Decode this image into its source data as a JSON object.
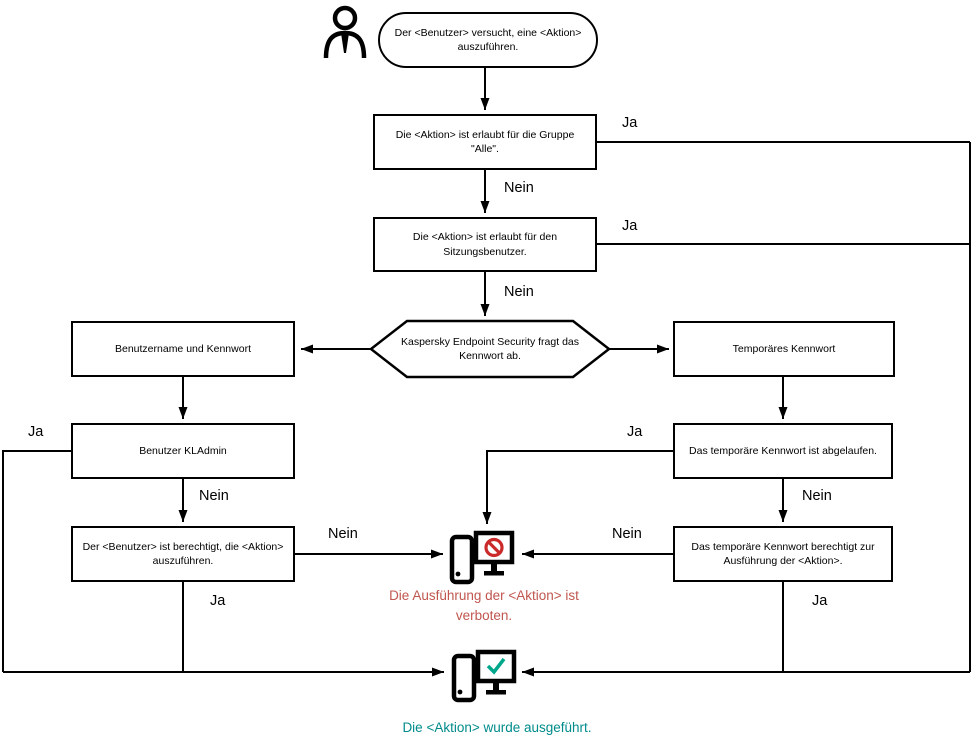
{
  "labels": {
    "yes": "Ja",
    "no": "Nein"
  },
  "nodes": {
    "start": "Der <Benutzer> versucht, eine <Aktion> auszuführen.",
    "group_alle": "Die <Aktion> ist erlaubt für die Gruppe \"Alle\".",
    "session_user": "Die <Aktion> ist erlaubt für den Sitzungsbenutzer.",
    "password_prompt": "Kaspersky Endpoint Security fragt das Kennwort ab.",
    "username_password": "Benutzername und Kennwort",
    "temp_password": "Temporäres Kennwort",
    "kladmin": "Benutzer KLAdmin",
    "user_authorized": "Der <Benutzer> ist berechtigt, die <Aktion> auszuführen.",
    "temp_expired": "Das temporäre Kennwort ist abgelaufen.",
    "temp_authorizes": "Das temporäre Kennwort berechtigt zur Ausführung der <Aktion>."
  },
  "captions": {
    "denied": "Die Ausführung der <Aktion> ist verboten.",
    "success": "Die <Aktion> wurde ausgeführt."
  },
  "icons": {
    "user": "user-icon",
    "denied": "computer-blocked-icon",
    "success": "computer-check-icon"
  },
  "colors": {
    "line": "#000000",
    "denied_symbol": "#cb2a2a",
    "denied_text": "#c0564f",
    "success_symbol": "#00a88b",
    "success_text": "#008b8b"
  }
}
